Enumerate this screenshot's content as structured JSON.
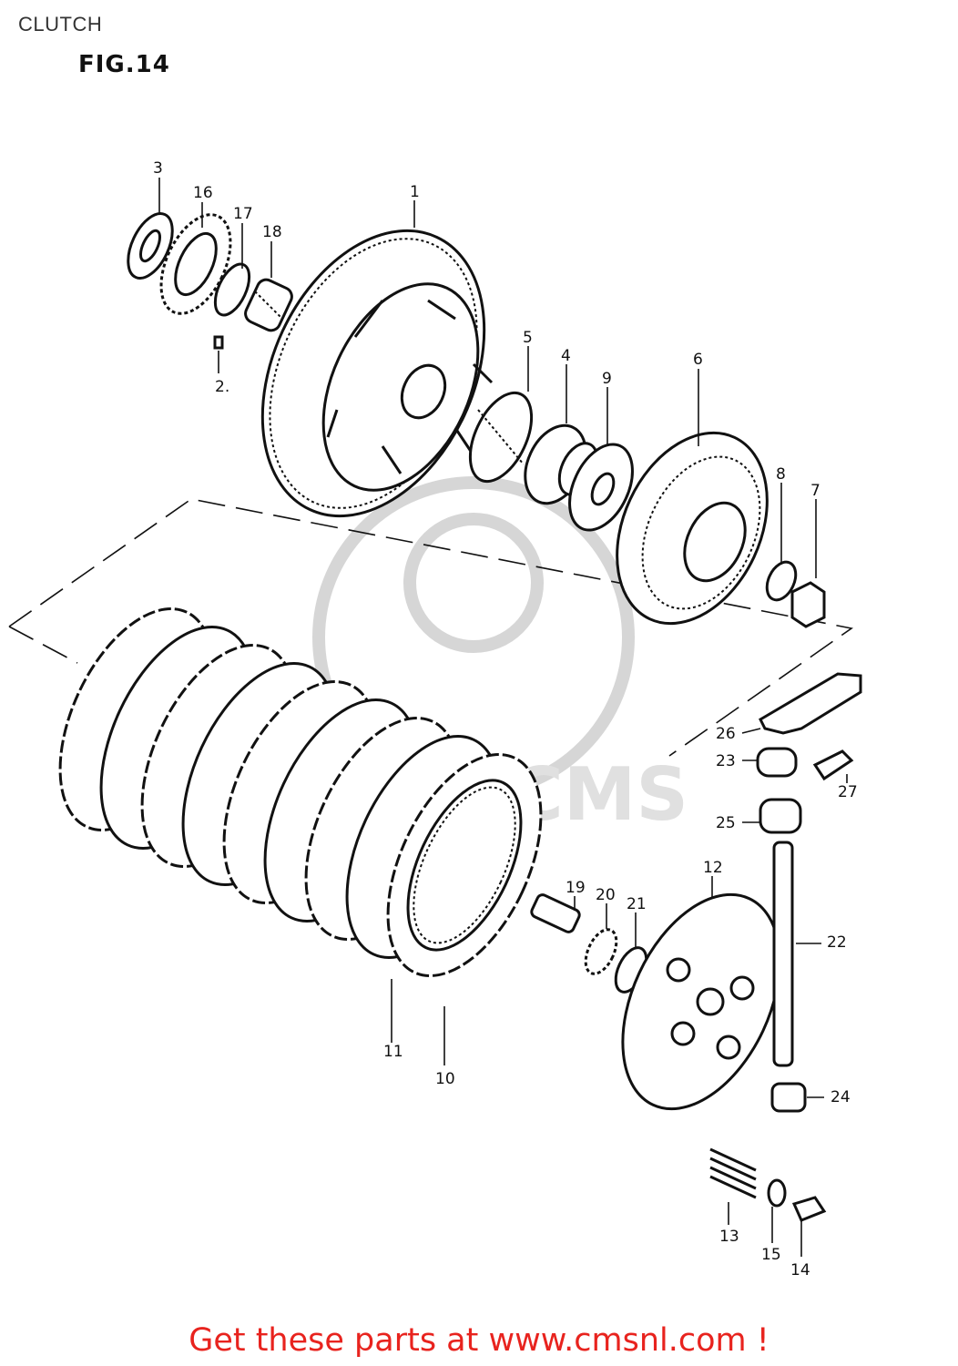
{
  "page_title": "CLUTCH",
  "figure_label": "FIG.14",
  "watermark_text": "CMS",
  "footer_text": "Get these parts at www.cmsnl.com !",
  "callouts": [
    "1",
    "2.",
    "3",
    "4",
    "5",
    "6",
    "7",
    "8",
    "9",
    "10",
    "11",
    "12",
    "13",
    "14",
    "15",
    "16",
    "17",
    "18",
    "19",
    "20",
    "21",
    "22",
    "23",
    "24",
    "25",
    "26",
    "27"
  ],
  "colors": {
    "footer": "#e8231e",
    "ink": "#111111",
    "watermark": "#d6d6d6"
  }
}
